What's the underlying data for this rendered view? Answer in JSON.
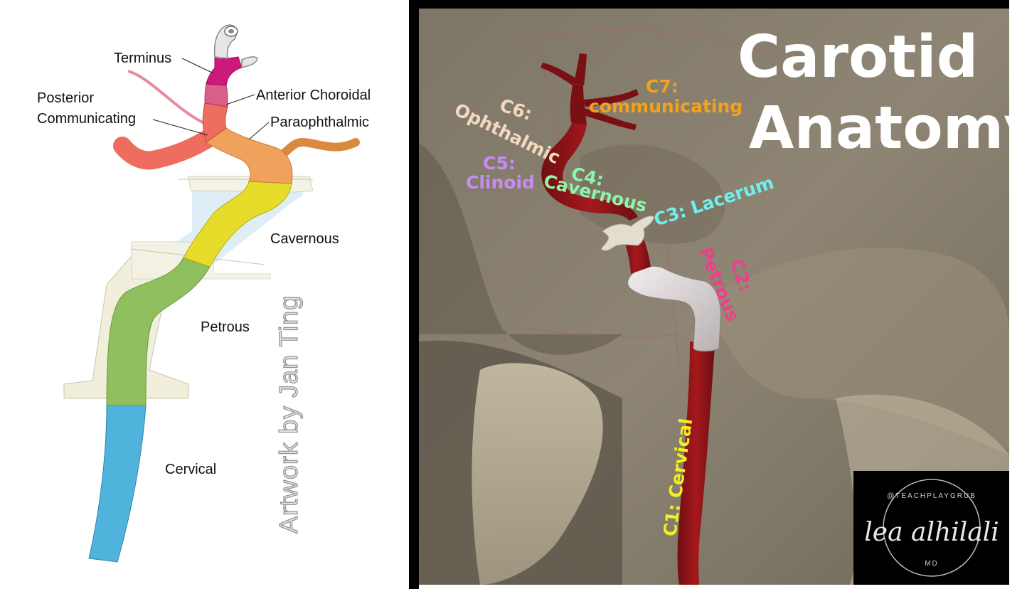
{
  "left_diagram": {
    "labels": {
      "terminus": "Terminus",
      "posterior_communicating_1": "Posterior",
      "posterior_communicating_2": "Communicating",
      "anterior_choroidal": "Anterior Choroidal",
      "paraophthalmic": "Paraophthalmic",
      "cavernous": "Cavernous",
      "petrous": "Petrous",
      "cervical": "Cervical"
    },
    "credit": "Artwork by Jan Ting",
    "colors": {
      "cervical": "#4fb3dc",
      "petrous": "#8fbf5e",
      "cavernous": "#e8dc2a",
      "paraophthalmic": "#f0a25c",
      "communicating": "#ee6d5f",
      "choroidal": "#d95f8a",
      "terminus": "#cc1a7c"
    }
  },
  "right_image": {
    "title_line1": "Carotid",
    "title_line2": "Anatomy",
    "segments": {
      "c1": "C1: Cervical",
      "c2_a": "C2:",
      "c2_b": "Petrous",
      "c3": "C3: Lacerum",
      "c4_a": "C4:",
      "c4_b": "Cavernous",
      "c5_a": "C5:",
      "c5_b": "Clinoid",
      "c6_a": "C6:",
      "c6_b": "Ophthalmic",
      "c7_a": "C7:",
      "c7_b": "communicating"
    },
    "segment_colors": {
      "c1": "#f2ef1c",
      "c2": "#f23c8c",
      "c3": "#6ff0f0",
      "c4": "#8ff5a8",
      "c5": "#c88cf0",
      "c6": "#f5d8c0",
      "c7": "#f2a21c"
    },
    "logo": {
      "handle": "@TEACHPLAYGRUB",
      "name": "lea alhilali",
      "suffix": "MD"
    }
  }
}
